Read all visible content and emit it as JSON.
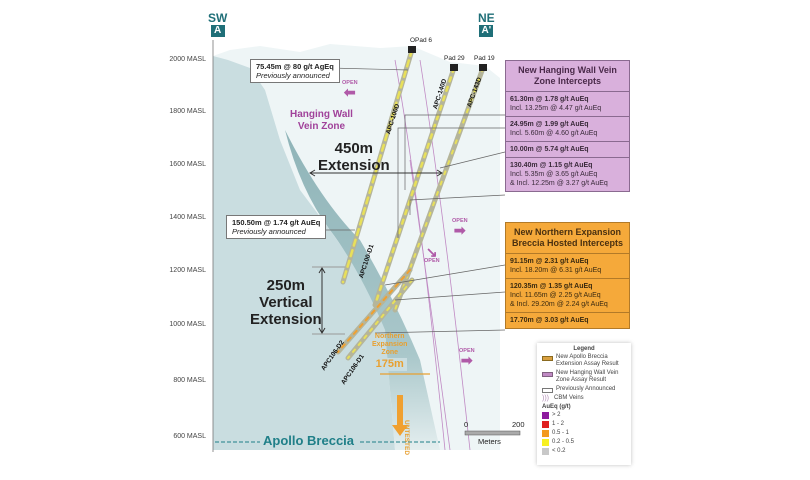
{
  "directions": {
    "left": {
      "dir": "SW",
      "letter": "A"
    },
    "right": {
      "dir": "NE",
      "letter": "A'"
    }
  },
  "elevations": [
    "2000 MASL",
    "1800 MASL",
    "1600 MASL",
    "1400 MASL",
    "1200 MASL",
    "1000 MASL",
    "800 MASL",
    "600 MASL"
  ],
  "pads": [
    "OPad 6",
    "Pad 29",
    "Pad 19"
  ],
  "holes": [
    "APC-100D",
    "APC-140D",
    "APC-143D",
    "APC100-D1",
    "APC106-D2",
    "APC106-D1"
  ],
  "notes": [
    {
      "value": "75.45m @ 80 g/t AgEq",
      "status": "Previously announced"
    },
    {
      "value": "150.50m @ 1.74 g/t AuEq",
      "status": "Previously announced"
    }
  ],
  "labels": {
    "hanging_wall": [
      "Hanging Wall",
      "Vein Zone"
    ],
    "ext450": [
      "450m",
      "Extension"
    ],
    "ext250": [
      "250m",
      "Vertical",
      "Extension"
    ],
    "open": "OPEN",
    "northern_zone": [
      "Northern",
      "Expansion",
      "Zone"
    ],
    "width175": "175m",
    "untested": "UNTESTED",
    "apollo": "Apollo Breccia"
  },
  "hanging_wall_box": {
    "title": "New Hanging Wall Vein Zone Intercepts",
    "rows": [
      [
        "61.30m @ 1.78 g/t AuEq",
        "Incl. 13.25m @ 4.47 g/t AuEq"
      ],
      [
        "24.95m @ 1.99 g/t AuEq",
        "Incl. 5.60m @ 4.60 g/t AuEq"
      ],
      [
        "10.00m @ 5.74 g/t AuEq"
      ],
      [
        "130.40m @ 1.15 g/t AuEq",
        "Incl. 5.35m @ 3.65 g/t AuEq",
        "& Incl. 12.25m @ 3.27 g/t AuEq"
      ]
    ]
  },
  "northern_box": {
    "title": "New Northern Expansion Breccia Hosted Intercepts",
    "rows": [
      [
        "91.15m @ 2.31 g/t AuEq",
        "Incl. 18.20m @ 6.31 g/t AuEq"
      ],
      [
        "120.35m @ 1.35 g/t AuEq",
        "Incl. 11.65m @ 2.25 g/t AuEq",
        "& Incl. 29.20m @ 2.24 g/t AuEq"
      ],
      [
        "17.70m @ 3.03 g/t AuEq"
      ]
    ]
  },
  "legend": {
    "title": "Legend",
    "items": [
      "New Apollo Breccia Extension Assay Result",
      "New Hanging Wall Vein Zone Assay Result",
      "Previously Announced",
      "CBM Veins"
    ],
    "grade_title": "AuEq (g/t)",
    "grades": [
      {
        "label": "> 2",
        "color": "#8e1a9e"
      },
      {
        "label": "1 - 2",
        "color": "#e02020"
      },
      {
        "label": "0.5 - 1",
        "color": "#f39a1e"
      },
      {
        "label": "0.2 - 0.5",
        "color": "#f7f020"
      },
      {
        "label": "< 0.2",
        "color": "#c8c8c8"
      }
    ]
  },
  "scale": {
    "min": "0",
    "max": "200",
    "unit": "Meters"
  }
}
